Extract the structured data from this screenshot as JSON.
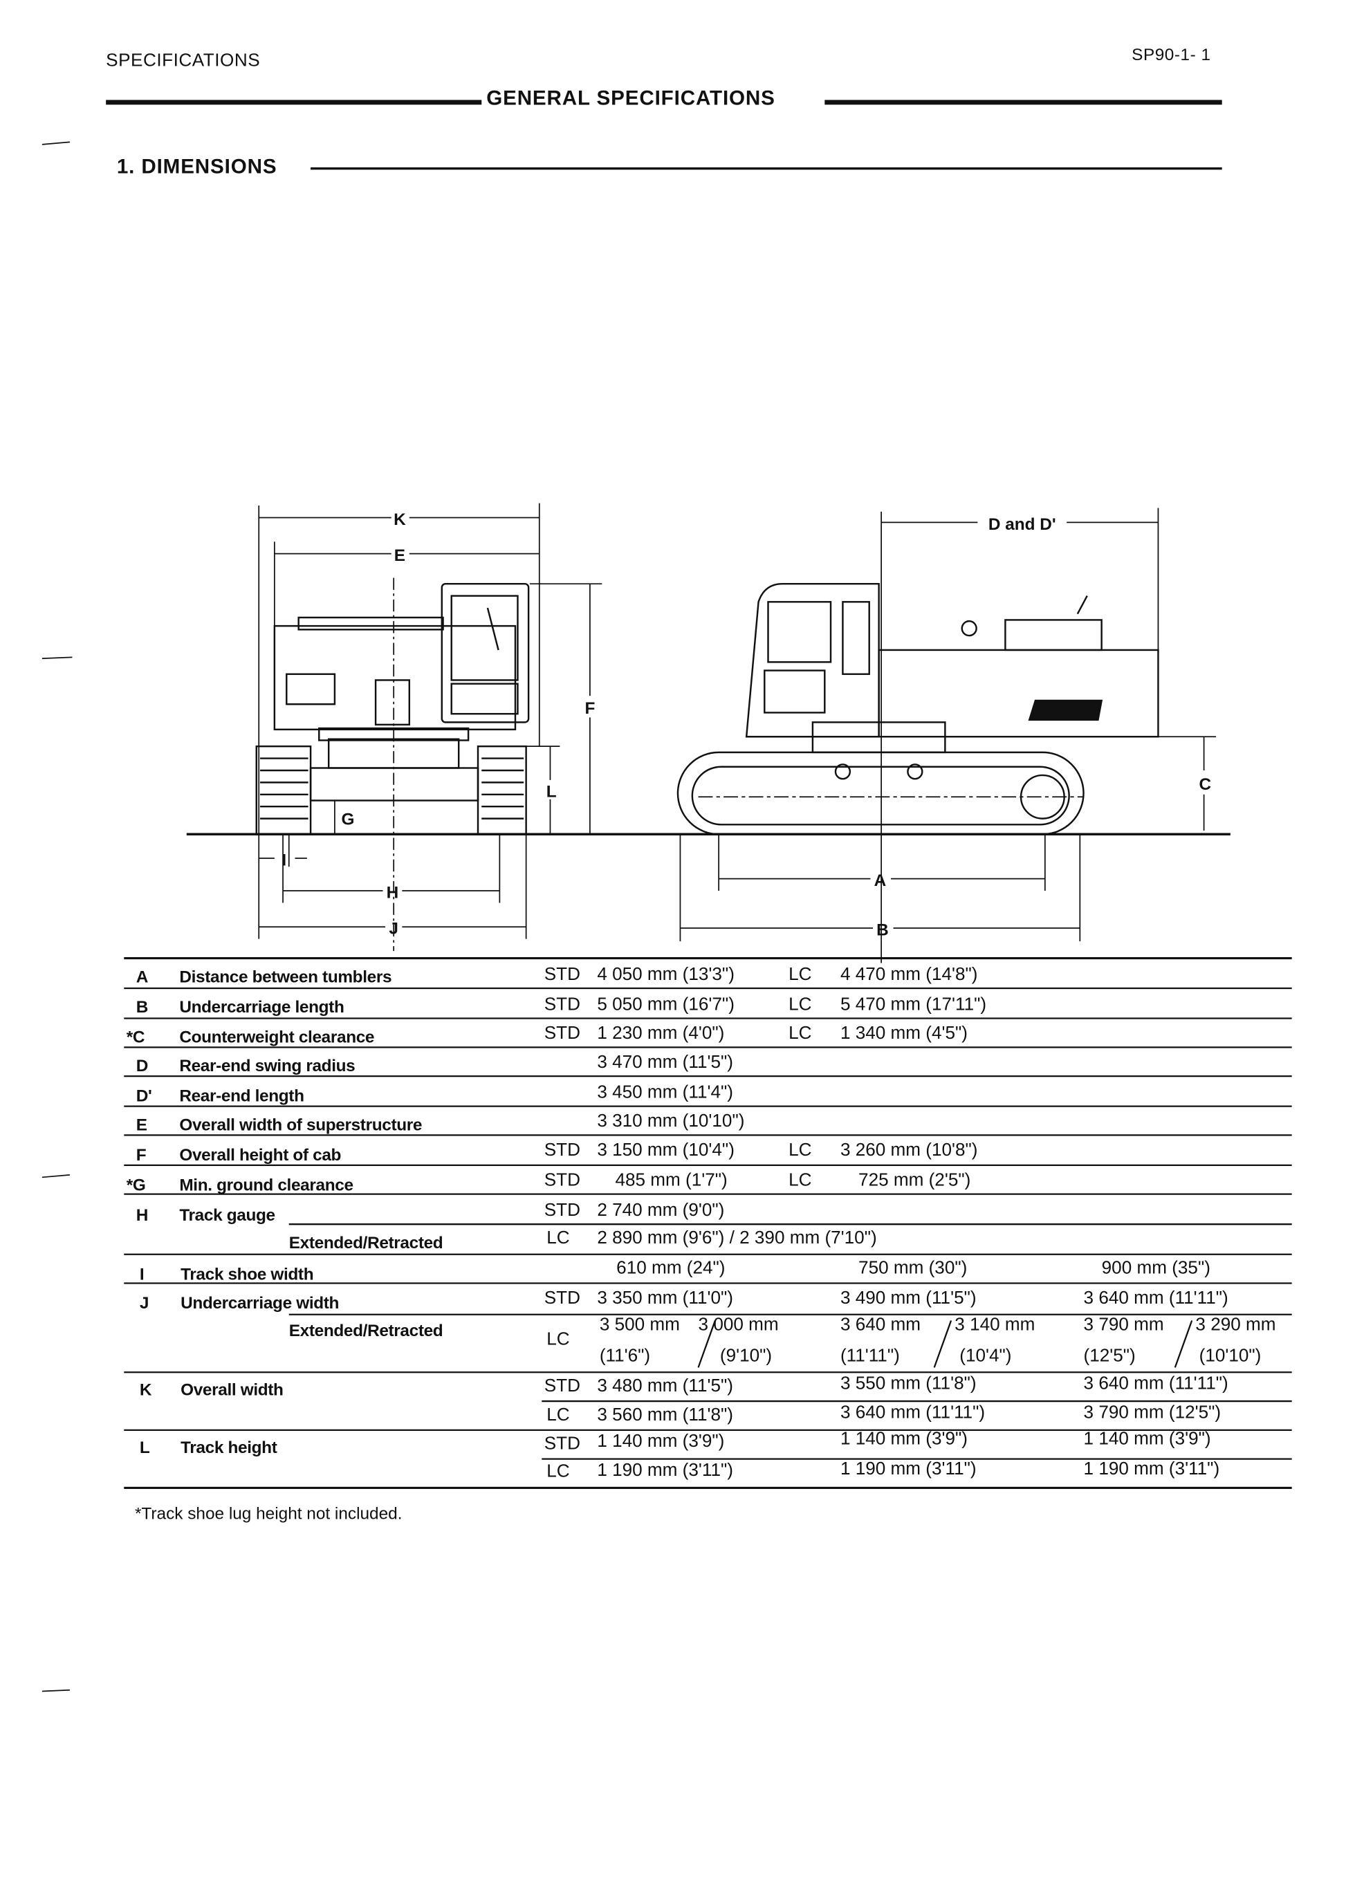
{
  "header": {
    "section": "SPECIFICATIONS",
    "page": "SP90-1- 1",
    "title": "GENERAL SPECIFICATIONS",
    "subsection": "1. DIMENSIONS"
  },
  "diagram": {
    "K": "K",
    "E": "E",
    "F": "F",
    "L": "L",
    "G": "G",
    "I": "I",
    "H": "H",
    "J": "J",
    "D": "D and D'",
    "C": "C",
    "A": "A",
    "B": "B"
  },
  "table": {
    "std": "STD",
    "lc": "LC",
    "ext": "Extended/Retracted",
    "A": {
      "key": "A",
      "label": "Distance between tumblers",
      "std": "4 050 mm (13'3\")",
      "lc": "4 470 mm (14'8\")"
    },
    "B": {
      "key": "B",
      "label": "Undercarriage length",
      "std": "5 050 mm (16'7\")",
      "lc": "5 470 mm (17'11\")"
    },
    "C": {
      "key": "*C",
      "label": "Counterweight clearance",
      "std": "1 230 mm (4'0\")",
      "lc": "1 340 mm (4'5\")"
    },
    "D": {
      "key": "D",
      "label": "Rear-end swing radius",
      "value": "3 470 mm (11'5\")"
    },
    "D2": {
      "key": "D'",
      "label": "Rear-end length",
      "value": "3 450 mm (11'4\")"
    },
    "E": {
      "key": "E",
      "label": "Overall width of superstructure",
      "value": "3 310 mm (10'10\")"
    },
    "F": {
      "key": "F",
      "label": "Overall height of cab",
      "std": "3 150 mm (10'4\")",
      "lc": "3 260 mm (10'8\")"
    },
    "G": {
      "key": "*G",
      "label": "Min. ground clearance",
      "std": "485 mm (1'7\")",
      "lc": "725 mm (2'5\")"
    },
    "H": {
      "key": "H",
      "label": "Track gauge",
      "std": "2 740 mm (9'0\")",
      "lc": "2 890 mm (9'6\") / 2 390 mm (7'10\")"
    },
    "I": {
      "key": "I",
      "label": "Track shoe width",
      "values": [
        "610 mm (24\")",
        "750 mm (30\")",
        "900 mm (35\")"
      ]
    },
    "J": {
      "key": "J",
      "label": "Undercarriage width",
      "std": [
        "3 350 mm (11'0\")",
        "3 490 mm (11'5\")",
        "3 640 mm (11'11\")"
      ],
      "lc": [
        {
          "ext": "3 500 mm",
          "ret": "3 000 mm",
          "ext_ft": "(11'6\")",
          "ret_ft": "(9'10\")"
        },
        {
          "ext": "3 640 mm",
          "ret": "3 140 mm",
          "ext_ft": "(11'11\")",
          "ret_ft": "(10'4\")"
        },
        {
          "ext": "3 790 mm",
          "ret": "3 290 mm",
          "ext_ft": "(12'5\")",
          "ret_ft": "(10'10\")"
        }
      ]
    },
    "K": {
      "key": "K",
      "label": "Overall width",
      "std": [
        "3 480 mm (11'5\")",
        "3 550 mm (11'8\")",
        "3 640 mm (11'11\")"
      ],
      "lc": [
        "3 560 mm (11'8\")",
        "3 640 mm (11'11\")",
        "3 790 mm (12'5\")"
      ]
    },
    "L": {
      "key": "L",
      "label": "Track height",
      "std": [
        "1 140 mm (3'9\")",
        "1 140 mm (3'9\")",
        "1 140 mm (3'9\")"
      ],
      "lc": [
        "1 190 mm (3'11\")",
        "1 190 mm (3'11\")",
        "1 190 mm (3'11\")"
      ]
    }
  },
  "footnote": "*Track shoe lug height not included."
}
